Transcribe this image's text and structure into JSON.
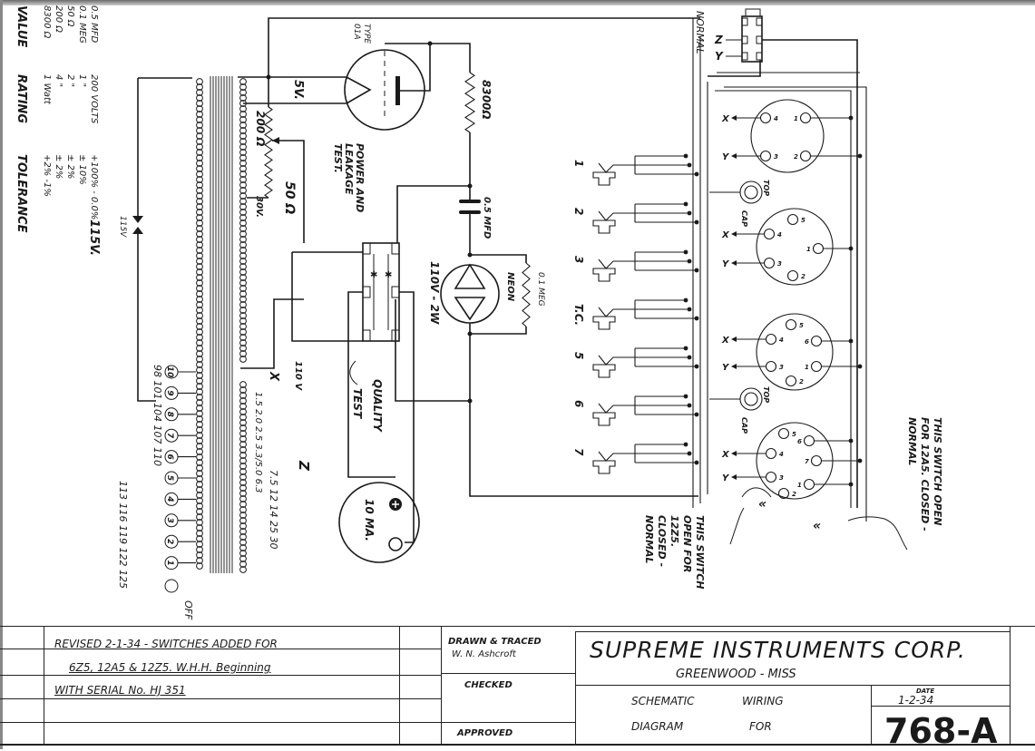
{
  "document": {
    "type": "schematic-wiring-diagram",
    "company": "SUPREME INSTRUMENTS CORP.",
    "location": "GREENWOOD - MISS",
    "drawing_title_lines": [
      "SCHEMATIC",
      "WIRING",
      "DIAGRAM",
      "FOR"
    ],
    "date_label": "DATE",
    "date": "1-2-34",
    "drawing_number": "768-A",
    "drawn_traced_label": "DRAWN & TRACED",
    "drawn_by": "W. N. Ashcroft",
    "checked_label": "CHECKED",
    "approved_label": "APPROVED",
    "revision_lines": [
      "REVISED 2-1-34 - SWITCHES ADDED FOR",
      "6Z5, 12A5 & 12Z5.  W.H.H. Beginning",
      "WITH SERIAL No. HJ 351"
    ]
  },
  "tolerance_table": {
    "headers": [
      "VALUE",
      "RATING",
      "TOLERANCE"
    ],
    "rows": [
      [
        "8300 Ω",
        "1 Watt",
        "+2% -1%"
      ],
      [
        "200 Ω",
        "4 \"",
        "± 2%"
      ],
      [
        "50 Ω",
        "2 \"",
        "± 2%"
      ],
      [
        "0.1 MEG",
        "1 \"",
        "± 10%"
      ],
      [
        "0.5 MFD",
        "200 VOLTS",
        "+100% - 0.0%"
      ]
    ]
  },
  "labels": {
    "tube_type": "TYPE",
    "tube_model": "01A",
    "r8300": "8300Ω",
    "filament_5v": "5V.",
    "r200": "200 Ω",
    "r50": "50 Ω",
    "v30": "30V.",
    "power_leakage": [
      "POWER AND",
      "LEAKAGE",
      "TEST."
    ],
    "cap": "0.5 MFD",
    "neon_rating": "110V - 2W",
    "neon": "NEON",
    "r01meg": "0.1 MEG",
    "quality_test": [
      "QUALITY",
      "TEST"
    ],
    "meter": "10 MA.",
    "v115_small": "115V",
    "v115": "115V.",
    "v110": "110 V",
    "x_mark": "X",
    "z_mark": "Z",
    "sec_taps_top": "1.5  2.0  2.5  3.3/5.0  6.3",
    "sec_taps_bottom": "7.5   12   14   25   30",
    "pri_taps_top": "98  101  104  107  110",
    "pri_taps_bottom": "113  116  119  122  125",
    "off": "OFF",
    "normal": "NORMAL",
    "switch_note_left": [
      "THIS SWITCH",
      "OPEN FOR",
      "12Z5.",
      "CLOSED -",
      "NORMAL"
    ],
    "switch_note_right": [
      "THIS SWITCH OPEN",
      "FOR 12A5. CLOSED -",
      "NORMAL"
    ],
    "top_label": "TOP",
    "cap_label": "CAP"
  },
  "selector_positions": [
    "10",
    "9",
    "8",
    "7",
    "6",
    "5",
    "4",
    "3",
    "2",
    "1"
  ],
  "test_buttons": [
    "1",
    "2",
    "3",
    "T.C.",
    "5",
    "6",
    "7"
  ],
  "sockets": [
    {
      "name": "4-pin",
      "pins": [
        "1",
        "2",
        "3",
        "4"
      ]
    },
    {
      "name": "5-pin",
      "pins": [
        "1",
        "2",
        "3",
        "4",
        "5"
      ]
    },
    {
      "name": "6-pin",
      "pins": [
        "1",
        "2",
        "3",
        "4",
        "5",
        "6"
      ]
    },
    {
      "name": "7-pin",
      "pins": [
        "1",
        "2",
        "3",
        "4",
        "5",
        "6",
        "7"
      ]
    }
  ]
}
